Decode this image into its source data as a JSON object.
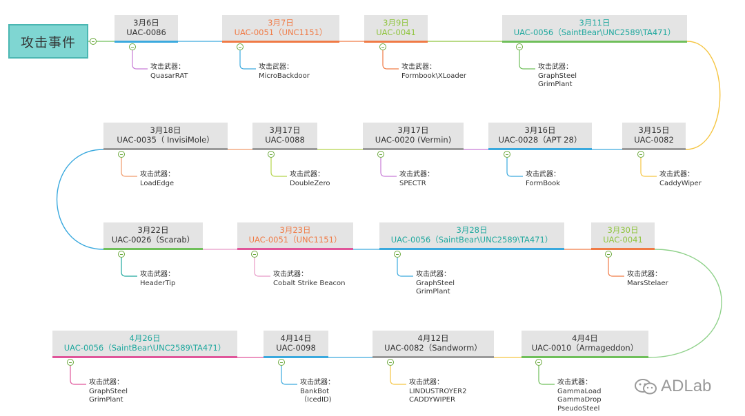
{
  "root": {
    "label": "攻击事件"
  },
  "weapon_label": "攻击武器：",
  "brand": "ADLab",
  "colors": {
    "root_bg": "#7fd6d2",
    "orange": "#f07a45",
    "green": "#8fc43d",
    "teal": "#1fa89e",
    "blue": "#3aa9de",
    "pink": "#e0559a",
    "yellow": "#f5c542",
    "gray": "#999999",
    "default_text": "#333333"
  },
  "events": [
    {
      "id": "e1",
      "date": "3月6日",
      "group": "UAC-0086",
      "color": "#3aa9de",
      "text_color": "#333333",
      "weapons": [
        "QuasarRAT"
      ],
      "line_color": "#c77ad6"
    },
    {
      "id": "e2",
      "date": "3月7日",
      "group": "UAC-0051（UNC1151）",
      "color": "#f07a45",
      "text_color": "#f07a45",
      "weapons": [
        "MicroBackdoor"
      ],
      "line_color": "#3aa9de"
    },
    {
      "id": "e3",
      "date": "3月9日",
      "group": "UAC-0041",
      "color": "#f07a45",
      "text_color": "#8fc43d",
      "weapons": [
        "Formbook\\XLoader"
      ],
      "line_color": "#f07a45"
    },
    {
      "id": "e4",
      "date": "3月11日",
      "group": "UAC-0056（SaintBear\\UNC2589\\TA471）",
      "color": "#6fbf5a",
      "text_color": "#1fa89e",
      "weapons": [
        "GraphSteel",
        "GrimPlant"
      ],
      "line_color": "#6fbf5a"
    },
    {
      "id": "e5",
      "date": "3月15日",
      "group": "UAC-0082",
      "color": "#f5c542",
      "text_color": "#333333",
      "weapons": [
        "CaddyWiper"
      ],
      "line_color": "#f5c542"
    },
    {
      "id": "e6",
      "date": "3月16日",
      "group": "UAC-0028（APT 28）",
      "color": "#3aa9de",
      "text_color": "#333333",
      "weapons": [
        "FormBook"
      ],
      "line_color": "#3aa9de"
    },
    {
      "id": "e7",
      "date": "3月17日",
      "group": "UAC-0020 (Vermin)",
      "color": "#c77ad6",
      "text_color": "#333333",
      "weapons": [
        "SPECTR"
      ],
      "line_color": "#c77ad6"
    },
    {
      "id": "e8",
      "date": "3月17日",
      "group": "UAC-0088",
      "color": "#b4d44a",
      "text_color": "#333333",
      "weapons": [
        "DoubleZero"
      ],
      "line_color": "#b4d44a"
    },
    {
      "id": "e9",
      "date": "3月18日",
      "group": "UAC-0035（ InvisiMole）",
      "color": "#f09a6a",
      "text_color": "#333333",
      "weapons": [
        "LoadEdge"
      ],
      "line_color": "#f09a6a"
    },
    {
      "id": "e10",
      "date": "3月22日",
      "group": "UAC-0026（Scarab）",
      "color": "#6fbf5a",
      "text_color": "#333333",
      "weapons": [
        "HeaderTip"
      ],
      "line_color": "#1fa89e"
    },
    {
      "id": "e11",
      "date": "3月23日",
      "group": "UAC-0051（UNC1151）",
      "color": "#e0559a",
      "text_color": "#f07a45",
      "weapons": [
        "Cobalt Strike Beacon"
      ],
      "line_color": "#e899c6"
    },
    {
      "id": "e12",
      "date": "3月28日",
      "group": "UAC-0056（SaintBear\\UNC2589\\TA471）",
      "color": "#3aa9de",
      "text_color": "#1fa89e",
      "weapons": [
        "GraphSteel",
        "GrimPlant"
      ],
      "line_color": "#3aa9de"
    },
    {
      "id": "e13",
      "date": "3月30日",
      "group": "UAC-0041",
      "color": "#f07a45",
      "text_color": "#8fc43d",
      "weapons": [
        "MarsStelaer"
      ],
      "line_color": "#f07a45"
    },
    {
      "id": "e14",
      "date": "4月4日",
      "group": "UAC-0010（Armageddon）",
      "color": "#6fbf5a",
      "text_color": "#333333",
      "weapons": [
        "GammaLoad",
        "GammaDrop",
        "PseudoSteel"
      ],
      "line_color": "#6fbf5a"
    },
    {
      "id": "e15",
      "date": "4月12日",
      "group": "UAC-0082（Sandworm）",
      "color": "#f5c542",
      "text_color": "#333333",
      "weapons": [
        "LINDUSTROYER2",
        "CADDYWIPER"
      ],
      "line_color": "#f5c542"
    },
    {
      "id": "e16",
      "date": "4月14日",
      "group": "UAC-0098",
      "color": "#3aa9de",
      "text_color": "#333333",
      "weapons": [
        "BankBot",
        "（IcedID)"
      ],
      "line_color": "#3aa9de"
    },
    {
      "id": "e17",
      "date": "4月26日",
      "group": "UAC-0056（SaintBear\\UNC2589\\TA471）",
      "color": "#e0559a",
      "text_color": "#1fa89e",
      "weapons": [
        "GraphSteel",
        "GrimPlant"
      ],
      "line_color": "#e0559a"
    }
  ]
}
